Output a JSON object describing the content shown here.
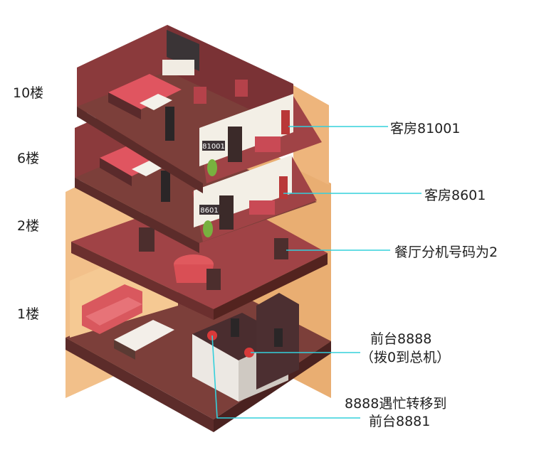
{
  "floors": [
    "10楼",
    "6楼",
    "2楼",
    "1楼"
  ],
  "room_plates": [
    "81001",
    "8601"
  ],
  "callouts": {
    "room10": "客房81001",
    "room6": "客房8601",
    "restaurant": "餐厅分机号码为2",
    "front_desk_1": "前台8888",
    "front_desk_2": "（拨0到总机）",
    "transfer_1": "8888遇忙转移到",
    "transfer_2": "前台8881"
  },
  "colors": {
    "wall_dark": "#8b3a3c",
    "wall_side": "#6e2c30",
    "carpet": "#a04346",
    "floor_wood": "#7c3f3a",
    "outer_wall": "#f2c08a",
    "callout_line": "#33d0dc"
  }
}
